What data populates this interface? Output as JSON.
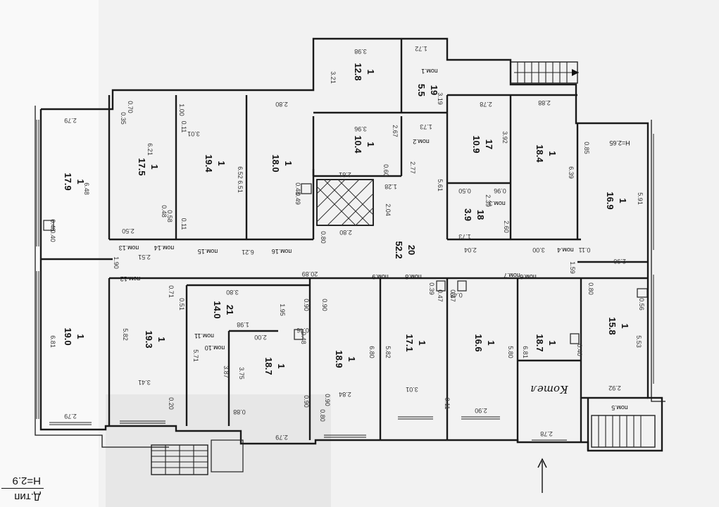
{
  "corner_caption": {
    "line1": "Д.тип",
    "line2": "H=2.9"
  },
  "handwritten_label": "Котел",
  "height_note": "H=2.65",
  "rooms": [
    {
      "id": "r1",
      "num": "1",
      "area": "17.9"
    },
    {
      "id": "r2",
      "num": "1",
      "area": "17.5"
    },
    {
      "id": "r3",
      "num": "1",
      "area": "19.4"
    },
    {
      "id": "r4",
      "num": "1",
      "area": "18.0"
    },
    {
      "id": "r5",
      "num": "1",
      "area": "12.8"
    },
    {
      "id": "r6",
      "num": "19",
      "area": "5.5"
    },
    {
      "id": "r7",
      "num": "1",
      "area": "10.4"
    },
    {
      "id": "r8",
      "num": "17",
      "area": "10.9"
    },
    {
      "id": "r9",
      "num": "1",
      "area": "18.4"
    },
    {
      "id": "r10",
      "num": "1",
      "area": "16.9"
    },
    {
      "id": "r11",
      "num": "18",
      "area": "3.9"
    },
    {
      "id": "r12",
      "num": "20",
      "area": "52.2"
    },
    {
      "id": "r13",
      "num": "1",
      "area": "19.0"
    },
    {
      "id": "r14",
      "num": "1",
      "area": "19.3"
    },
    {
      "id": "r15",
      "num": "21",
      "area": "14.0"
    },
    {
      "id": "r16",
      "num": "1",
      "area": "18.7"
    },
    {
      "id": "r17",
      "num": "1",
      "area": "18.9"
    },
    {
      "id": "r18",
      "num": "1",
      "area": "17.1"
    },
    {
      "id": "r19",
      "num": "1",
      "area": "16.6"
    },
    {
      "id": "r20",
      "num": "1",
      "area": "18.7"
    },
    {
      "id": "r21",
      "num": "1",
      "area": "15.8"
    }
  ],
  "pom_labels": [
    "пом.1",
    "пом.2",
    "пом.3",
    "пом.4",
    "пом.5",
    "пом.6",
    "пом.7",
    "пом.8",
    "пом.9",
    "пом.10",
    "пом.11",
    "пом.12",
    "пом.13",
    "пом.14",
    "пом.15",
    "пом.16"
  ],
  "dimensions": [
    "2.79",
    "6.48",
    "0.48",
    "0.40",
    "0.70",
    "0.35",
    "6.21",
    "0.48",
    "0.58",
    "2.50",
    "1.00",
    "0.11",
    "3.01",
    "6.52",
    "0.11",
    "2.80",
    "6.51",
    "0.48",
    "0.49",
    "3.98",
    "3.21",
    "1.72",
    "3.19",
    "3.96",
    "2.67",
    "1.73",
    "2.77",
    "0.60",
    "2.81",
    "1.28",
    "2.04",
    "2.80",
    "0.80",
    "5.61",
    "2.78",
    "3.92",
    "2.88",
    "6.39",
    "0.85",
    "5.91",
    "0.50",
    "2.39",
    "0.96",
    "1.73",
    "2.60",
    "2.04",
    "3.00",
    "0.11",
    "2.90",
    "1.59",
    "2.51",
    "6.21",
    "1.90",
    "20.89",
    "6.81",
    "2.79",
    "5.82",
    "3.41",
    "0.71",
    "0.51",
    "3.80",
    "1.95",
    "1.98",
    "2.00",
    "5.71",
    "3.87",
    "3.75",
    "0.88",
    "2.79",
    "0.46",
    "0.48",
    "0.90",
    "0.90",
    "0.90",
    "2.84",
    "6.80",
    "5.82",
    "0.39",
    "0.47",
    "3.01",
    "0.48",
    "0.47",
    "5.80",
    "2.90",
    "6.81",
    "0.40",
    "0.80",
    "0.56",
    "5.53",
    "2.92",
    "2.78",
    "0.20",
    "0.11",
    "0.80",
    "0.90"
  ]
}
